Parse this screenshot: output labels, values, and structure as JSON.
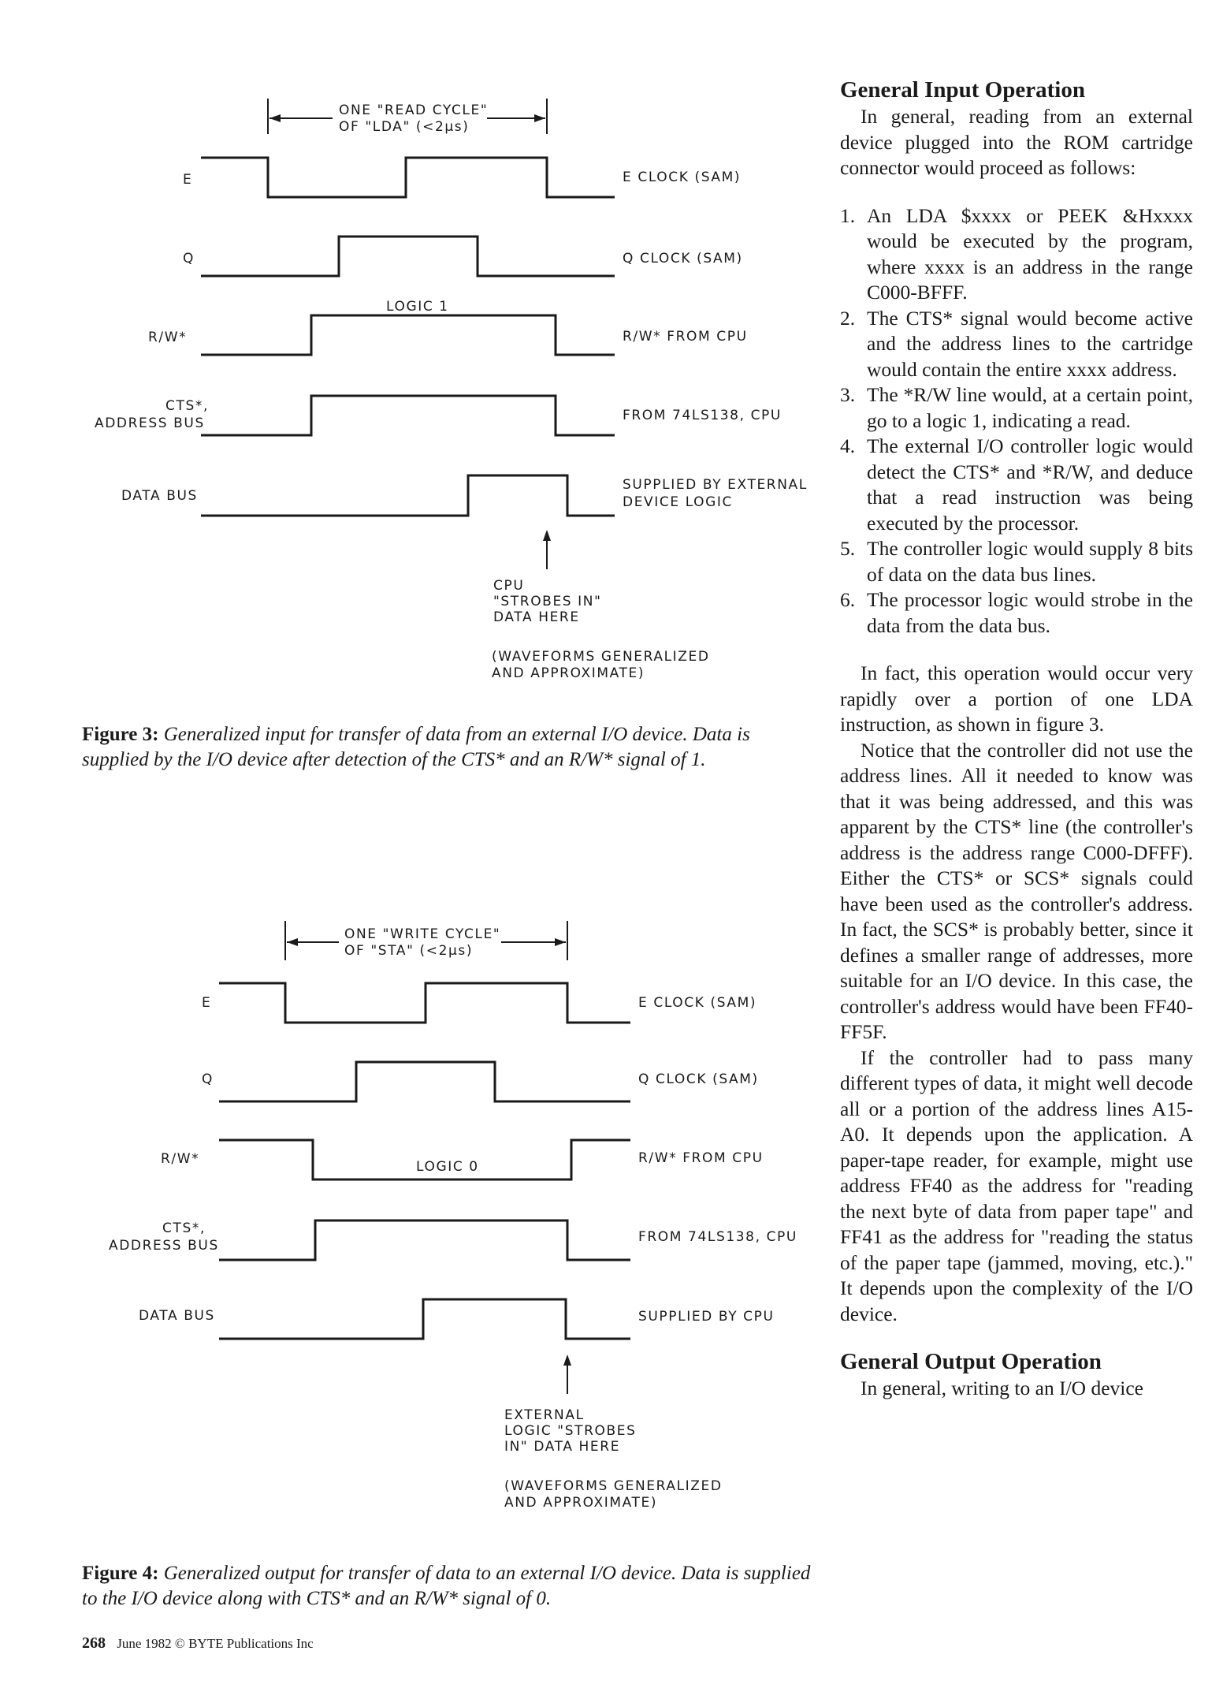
{
  "figure3": {
    "cycle_label": [
      "ONE \"READ CYCLE\"",
      "OF \"LDA\" (<2µs)"
    ],
    "logic_label": "LOGIC 1",
    "signals": [
      {
        "name": [
          "E"
        ],
        "desc": [
          "E CLOCK (SAM)"
        ]
      },
      {
        "name": [
          "Q"
        ],
        "desc": [
          "Q CLOCK (SAM)"
        ]
      },
      {
        "name": [
          "R/W*"
        ],
        "desc": [
          "R/W* FROM CPU"
        ]
      },
      {
        "name": [
          "CTS*,",
          "ADDRESS BUS"
        ],
        "desc": [
          "FROM 74LS138, CPU"
        ]
      },
      {
        "name": [
          "DATA BUS"
        ],
        "desc": [
          "SUPPLIED BY EXTERNAL",
          "DEVICE LOGIC"
        ]
      }
    ],
    "strobe_note": [
      "CPU",
      "\"STROBES IN\"",
      "DATA HERE"
    ],
    "approx_note": [
      "(WAVEFORMS GENERALIZED",
      "AND APPROXIMATE)"
    ],
    "caption_label": "Figure 3:",
    "caption_text": "Generalized input for transfer of data from an external I/O device. Data is supplied by the I/O device after detection of the CTS* and an R/W* signal of 1."
  },
  "figure4": {
    "cycle_label": [
      "ONE \"WRITE CYCLE\"",
      "OF \"STA\" (<2µs)"
    ],
    "logic_label": "LOGIC 0",
    "signals": [
      {
        "name": [
          "E"
        ],
        "desc": [
          "E CLOCK (SAM)"
        ]
      },
      {
        "name": [
          "Q"
        ],
        "desc": [
          "Q CLOCK (SAM)"
        ]
      },
      {
        "name": [
          "R/W*"
        ],
        "desc": [
          "R/W* FROM CPU"
        ]
      },
      {
        "name": [
          "CTS*,",
          "ADDRESS BUS"
        ],
        "desc": [
          "FROM 74LS138, CPU"
        ]
      },
      {
        "name": [
          "DATA BUS"
        ],
        "desc": [
          "SUPPLIED BY CPU"
        ]
      }
    ],
    "strobe_note": [
      "EXTERNAL",
      "LOGIC \"STROBES",
      "IN\" DATA HERE"
    ],
    "approx_note": [
      "(WAVEFORMS GENERALIZED",
      "AND APPROXIMATE)"
    ],
    "caption_label": "Figure 4:",
    "caption_text": "Generalized output for transfer of data to an external I/O device. Data is supplied to the I/O device along with CTS* and an R/W* signal of 0."
  },
  "article": {
    "heading_input": "General Input Operation",
    "intro": "In general, reading from an external device plugged into the ROM cartridge connector would proceed as follows:",
    "steps": [
      {
        "num": "1.",
        "text": "An LDA $xxxx or PEEK &Hxxxx would be executed by the program, where xxxx is an address in the range C000-BFFF."
      },
      {
        "num": "2.",
        "text": "The CTS* signal would become active and the address lines to the cartridge would contain the entire xxxx address."
      },
      {
        "num": "3.",
        "text": "The *R/W line would, at a certain point, go to a logic 1, indicating a read."
      },
      {
        "num": "4.",
        "text": "The external I/O controller logic would detect the CTS* and *R/W, and deduce that a read instruction was being executed by the processor."
      },
      {
        "num": "5.",
        "text": "The controller logic would supply 8 bits of data on the data bus lines."
      },
      {
        "num": "6.",
        "text": "The processor logic would strobe in the data from the data bus."
      }
    ],
    "para1": "In fact, this operation would occur very rapidly over a portion of one LDA instruction, as shown in figure 3.",
    "para2": "Notice that the controller did not use the address lines. All it needed to know was that it was being addressed, and this was apparent by the CTS* line (the controller's address is the address range C000-DFFF). Either the CTS* or SCS* signals could have been used as the controller's address. In fact, the SCS* is probably better, since it defines a smaller range of addresses, more suitable for an I/O device. In this case, the controller's address would have been FF40-FF5F.",
    "para3": "If the controller had to pass many different types of data, it might well decode all or a portion of the address lines A15-A0. It depends upon the application. A paper-tape reader, for example, might use address FF40 as the address for \"reading the next byte of data from paper tape\" and FF41 as the address for \"reading the status of the paper tape (jammed, moving, etc.).\" It depends upon the complexity of the I/O device.",
    "heading_output": "General Output Operation",
    "para4": "In general, writing to an I/O device"
  },
  "footer": {
    "page_number": "268",
    "credit": "June 1982 © BYTE Publications Inc"
  }
}
